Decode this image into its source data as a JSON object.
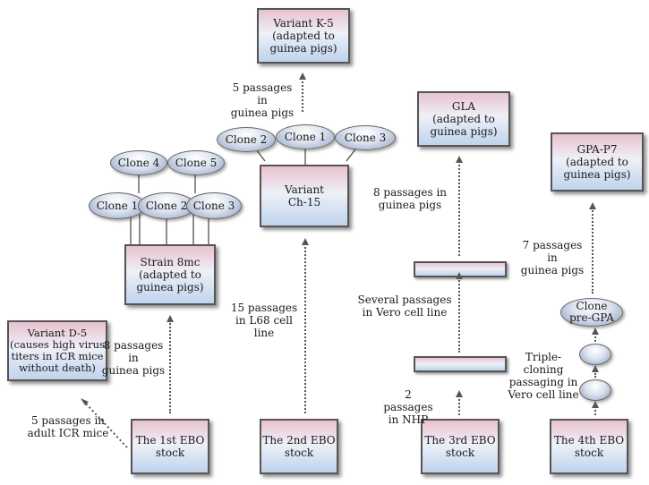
{
  "stocks": {
    "ebo1": "The 1st EBO\nstock",
    "ebo2": "The 2nd EBO\nstock",
    "ebo3": "The 3rd EBO\nstock",
    "ebo4": "The 4th EBO\nstock"
  },
  "nodes": {
    "variant_k5": "Variant K-5\n(adapted to\nguinea pigs)",
    "variant_ch15": "Variant\nCh-15",
    "strain_8mc": "Strain 8mc\n(adapted to\nguinea pigs)",
    "variant_d5": "Variant D-5\n(causes high virus\ntiters in ICR mice\nwithout death)",
    "gla": "GLA\n(adapted to\nguinea pigs)",
    "gpa_p7": "GPA-P7\n(adapted to\nguinea pigs)",
    "clone_pre_gpa": "Clone\npre-GPA"
  },
  "clones": {
    "clone1": "Clone 1",
    "clone2": "Clone 2",
    "clone3": "Clone 3",
    "clone4": "Clone 4",
    "clone5": "Clone 5"
  },
  "passages": {
    "p5_guinea": "5 passages in\nguinea pigs",
    "p8_guinea_1st": "8 passages in\nguinea pigs",
    "p5_icr": "5 passages in\nadult ICR mice",
    "p15_l68": "15 passages\nin L68 cell line",
    "p8_guinea_gla": "8 passages in\nguinea pigs",
    "several_vero": "Several passages\nin Vero cell line",
    "p2_nhp": "2 passages\nin NHP",
    "p7_guinea": "7 passages in\nguinea pigs",
    "triple_cloning": "Triple-cloning\npassaging in\nVero cell line"
  }
}
